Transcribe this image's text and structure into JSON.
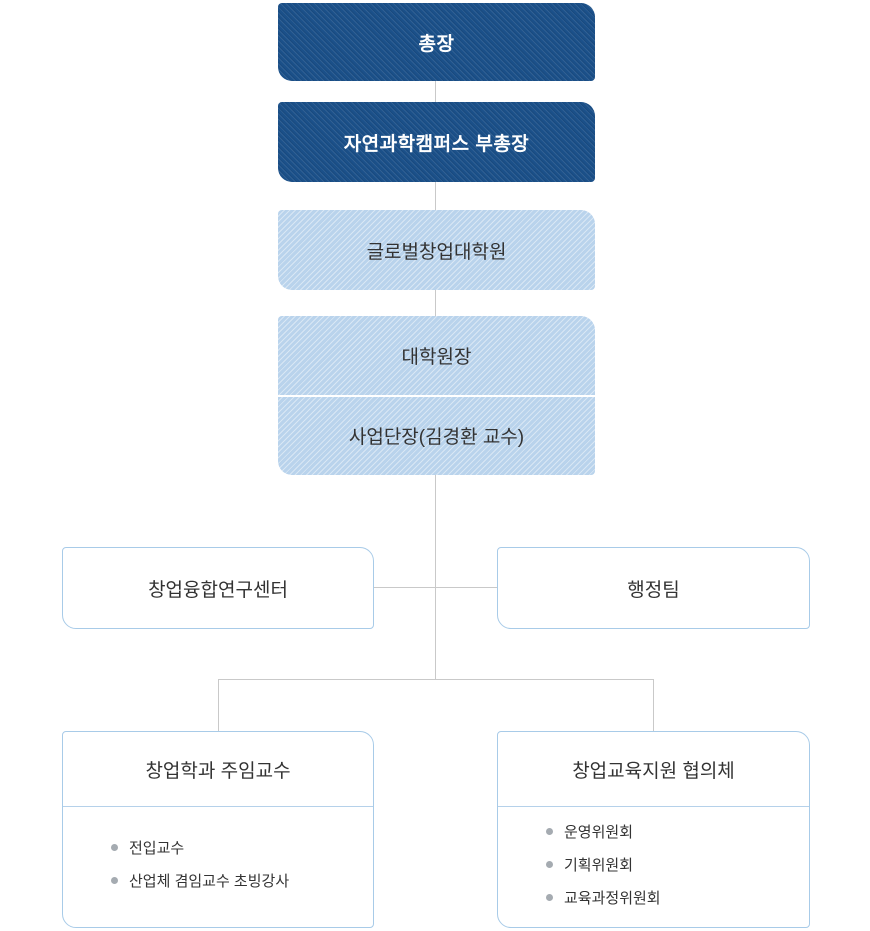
{
  "colors": {
    "dark_blue": "#1b5089",
    "light_blue": "#b9d3ec",
    "box_border": "#a8cbe8",
    "connector": "#c9c9c9",
    "text_dark": "#333333",
    "text_light": "#ffffff",
    "bullet": "#a5abb1",
    "divider_light": "#b5d1ea"
  },
  "org_chart": {
    "level1": {
      "label": "총장"
    },
    "level2": {
      "label": "자연과학캠퍼스 부총장"
    },
    "level3": {
      "label": "글로벌창업대학원"
    },
    "level4": {
      "rows": [
        {
          "label": "대학원장"
        },
        {
          "label": "사업단장(김경환 교수)"
        }
      ]
    },
    "level5": [
      {
        "label": "창업융합연구센터"
      },
      {
        "label": "행정팀"
      }
    ],
    "level6": [
      {
        "title": "창업학과 주임교수",
        "items": [
          "전입교수",
          "산업체 겸임교수 초빙강사"
        ]
      },
      {
        "title": "창업교육지원 협의체",
        "items": [
          "운영위원회",
          "기획위원회",
          "교육과정위원회"
        ]
      }
    ]
  }
}
